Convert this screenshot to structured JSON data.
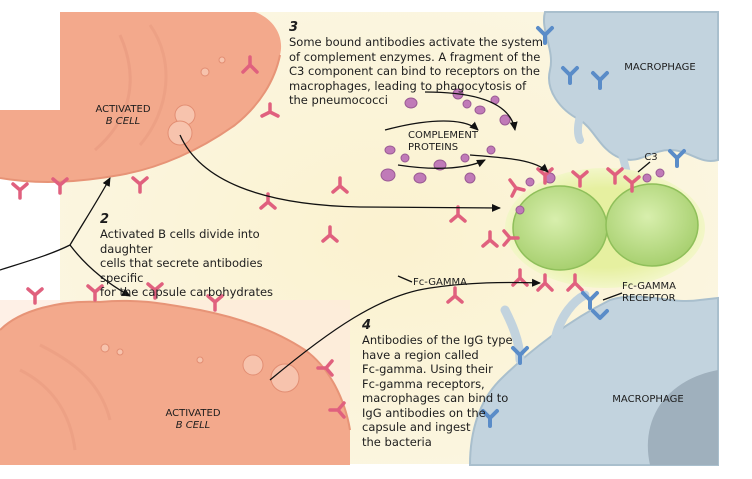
{
  "steps": [
    {
      "number": "2",
      "lines": [
        "Activated B cells divide into daughter",
        "cells that secrete antibodies specific",
        "for the capsule carbohydrates"
      ]
    },
    {
      "number": "3",
      "lines": [
        "Some bound antibodies activate the system",
        "of complement enzymes. A fragment of the",
        "C3 component can bind to receptors on the",
        "macrophages, leading to phagocytosis of",
        "the pneumococci"
      ]
    },
    {
      "number": "4",
      "lines": [
        "Antibodies of the IgG type",
        "have a region called",
        "Fc-gamma. Using their",
        "Fc-gamma receptors,",
        "macrophages can bind to",
        "IgG antibodies on the",
        "capsule and ingest",
        "the bacteria"
      ]
    }
  ],
  "labels": {
    "activated_b_cell_top": [
      "ACTIVATED",
      "B CELL"
    ],
    "activated_b_cell_bottom": [
      "ACTIVATED",
      "B CELL"
    ],
    "macrophage_top": "MACROPHAGE",
    "macrophage_bottom": "MACROPHAGE",
    "complement_proteins": [
      "COMPLEMENT",
      "PROTEINS"
    ],
    "c3": "C3",
    "fc_gamma": "Fc-GAMMA",
    "fc_gamma_receptor": [
      "Fc-GAMMA",
      "RECEPTOR"
    ]
  },
  "colors": {
    "b_cell": "#f3a98c",
    "b_cell_glow": "#fde6d8",
    "macrophage": "#c2d3de",
    "bacterium": "#bfe08e",
    "capsule": "#e9f1a8",
    "antibody": "#e0607e",
    "complement": "#c07ab8",
    "receptor": "#5a8cc8",
    "background_center": "#fbf4d6"
  }
}
